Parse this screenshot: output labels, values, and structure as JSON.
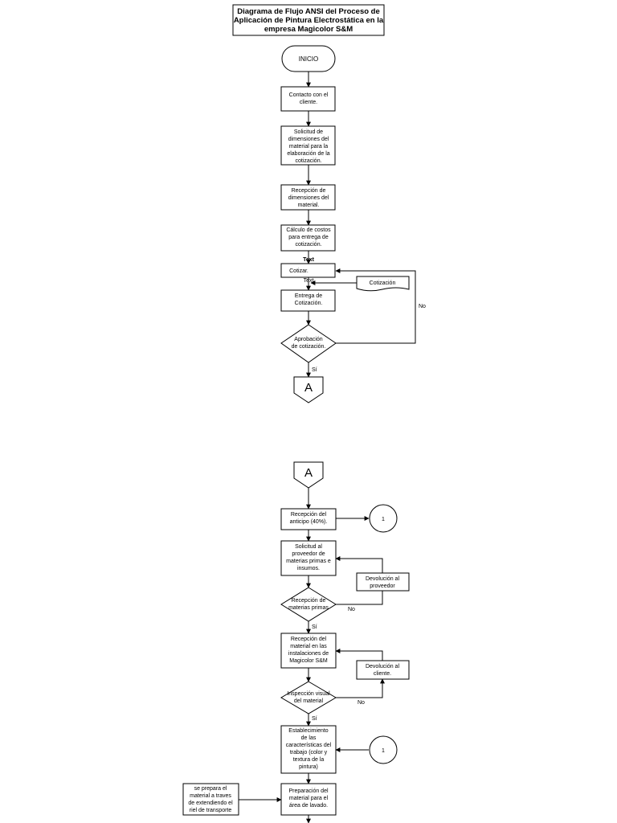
{
  "title": {
    "lines": [
      "Diagrama de Flujo ANSI del Proceso de",
      "Aplicación de Pintura Electrostática en la",
      "empresa Magicolor S&M"
    ]
  },
  "nodes": {
    "inicio": {
      "lines": [
        "INICIO"
      ]
    },
    "contacto": {
      "lines": [
        "Contacto con el",
        "cliente."
      ]
    },
    "solicitud_dim": {
      "lines": [
        "Solicitud de",
        "dimensiones del",
        "material para la",
        "elaboración de la",
        "cotización."
      ]
    },
    "recepcion_dim": {
      "lines": [
        "Recepción de",
        "dimensiones del",
        "material."
      ]
    },
    "calculo": {
      "lines": [
        "Cálculo de costos",
        "para entrega de",
        "cotización."
      ]
    },
    "cotizar": {
      "lines": [
        "Cotizar."
      ]
    },
    "doc_cotizacion": {
      "lines": [
        "Cotización"
      ]
    },
    "entrega": {
      "lines": [
        "Entrega de",
        "Cotización."
      ]
    },
    "aprobacion": {
      "lines": [
        "Aprobación",
        "de cotización."
      ]
    },
    "connector_a_1": {
      "lines": [
        "A"
      ]
    },
    "connector_a_2": {
      "lines": [
        "A"
      ]
    },
    "anticipo": {
      "lines": [
        "Recepción del",
        "anticipo (40%)."
      ]
    },
    "circle_1_top": {
      "lines": [
        "1"
      ]
    },
    "solicitud_prov": {
      "lines": [
        "Solicitud al",
        "proveedor de",
        "materias primas e",
        "insumos."
      ]
    },
    "devolucion_prov": {
      "lines": [
        "Devolución al",
        "proveedor"
      ]
    },
    "recepcion_mp": {
      "lines": [
        "Recepción de",
        "materias primas"
      ]
    },
    "recepcion_mat": {
      "lines": [
        "Recepción del",
        "material en las",
        "instalaciones de",
        "Magicolor S&M"
      ]
    },
    "devolucion_cli": {
      "lines": [
        "Devolución al",
        "cliente."
      ]
    },
    "inspeccion": {
      "lines": [
        "Inspección visual",
        "del material"
      ]
    },
    "establecimiento": {
      "lines": [
        "Establecimiento",
        "de las",
        "características del",
        "trabajo (color y",
        "textura de la",
        "pintura)"
      ]
    },
    "circle_1_bottom": {
      "lines": [
        "1"
      ]
    },
    "preparacion": {
      "lines": [
        "Preparación del",
        "material para el",
        "área de lavado."
      ]
    },
    "side_note": {
      "lines": [
        "se prepara el",
        "material a traves",
        "de extendiendo el",
        "riel de transporte"
      ]
    }
  },
  "labels": {
    "text_1": "Text",
    "text_2": "Text",
    "no_1": "No",
    "si_1": "Sí",
    "no_2": "No",
    "si_2": "Sí",
    "no_3": "No",
    "si_3": "Sí"
  }
}
